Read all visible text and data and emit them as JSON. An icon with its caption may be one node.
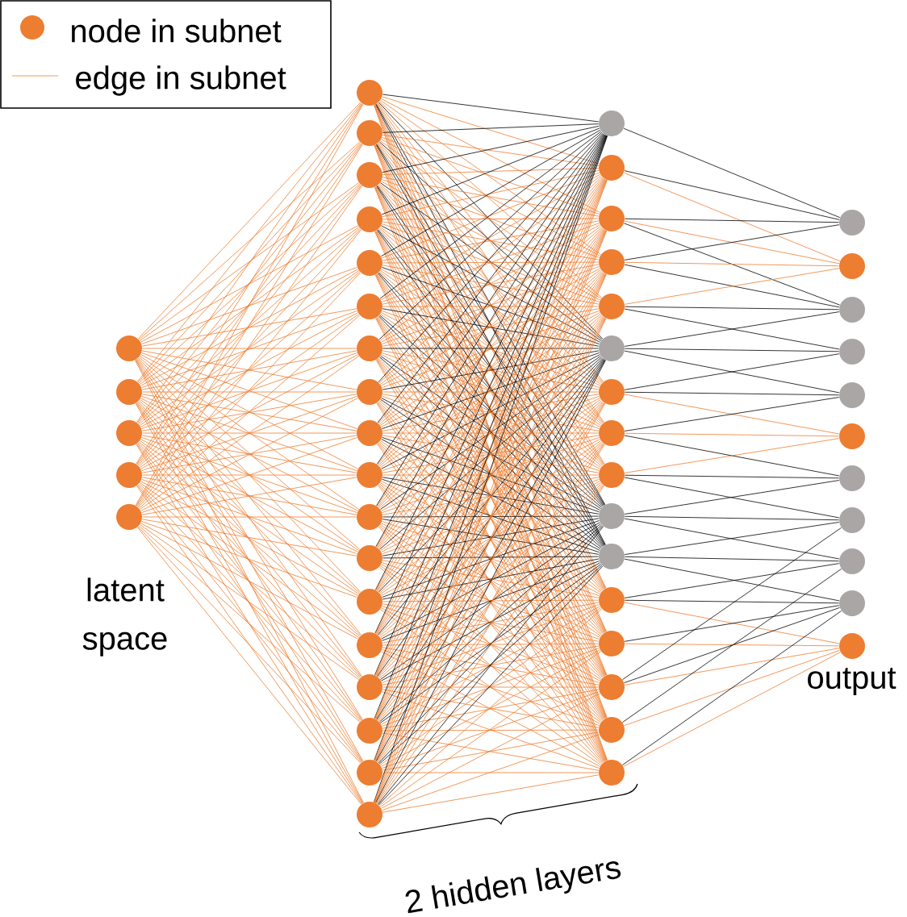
{
  "diagram": {
    "nodes": [
      {
        "text": [],
        "shape": "circle"
      },
      {
        "text": [],
        "shape": "circle"
      },
      {
        "text": [],
        "shape": "circle"
      },
      {
        "text": [],
        "shape": "circle"
      },
      {
        "text": [],
        "shape": "circle"
      },
      {
        "text": [],
        "shape": "circle"
      },
      {
        "text": [],
        "shape": "circle"
      },
      {
        "text": [],
        "shape": "circle"
      },
      {
        "text": [],
        "shape": "circle"
      },
      {
        "text": [],
        "shape": "circle"
      },
      {
        "text": [],
        "shape": "circle"
      },
      {
        "text": [],
        "shape": "circle"
      },
      {
        "text": [],
        "shape": "circle"
      },
      {
        "text": [],
        "shape": "circle"
      },
      {
        "text": [],
        "shape": "circle"
      },
      {
        "text": [],
        "shape": "circle"
      },
      {
        "text": [],
        "shape": "circle"
      },
      {
        "text": [],
        "shape": "circle"
      },
      {
        "text": [],
        "shape": "circle"
      },
      {
        "text": [],
        "shape": "circle"
      },
      {
        "text": [],
        "shape": "circle"
      },
      {
        "text": [],
        "shape": "circle"
      },
      {
        "text": [],
        "shape": "circle"
      },
      {
        "text": [],
        "shape": "circle"
      },
      {
        "text": [],
        "shape": "circle"
      },
      {
        "text": [],
        "shape": "circle"
      },
      {
        "text": [],
        "shape": "circle"
      },
      {
        "text": [],
        "shape": "circle"
      },
      {
        "text": [],
        "shape": "circle"
      },
      {
        "text": [],
        "shape": "circle"
      },
      {
        "text": [],
        "shape": "circle"
      },
      {
        "text": [],
        "shape": "circle"
      },
      {
        "text": [],
        "shape": "circle"
      },
      {
        "text": [],
        "shape": "circle"
      },
      {
        "text": [],
        "shape": "circle"
      },
      {
        "text": [],
        "shape": "circle"
      },
      {
        "text": [],
        "shape": "circle"
      },
      {
        "text": [],
        "shape": "circle"
      },
      {
        "text": [],
        "shape": "circle"
      },
      {
        "text": [],
        "shape": "circle"
      },
      {
        "text": [],
        "shape": "circle"
      },
      {
        "text": [],
        "shape": "circle"
      },
      {
        "text": [],
        "shape": "circle"
      },
      {
        "text": [],
        "shape": "circle"
      },
      {
        "text": [],
        "shape": "circle"
      },
      {
        "text": [],
        "shape": "circle"
      },
      {
        "text": [],
        "shape": "circle"
      },
      {
        "text": [],
        "shape": "circle"
      },
      {
        "text": [],
        "shape": "circle"
      },
      {
        "text": [],
        "shape": "circle"
      }
    ],
    "edges": [
      {
        "from": 0,
        "to": 5,
        "arrow": "none"
      },
      {
        "from": 0,
        "to": 6,
        "arrow": "none"
      },
      {
        "from": 0,
        "to": 7,
        "arrow": "none"
      },
      {
        "from": 0,
        "to": 8,
        "arrow": "none"
      },
      {
        "from": 0,
        "to": 9,
        "arrow": "none"
      },
      {
        "from": 0,
        "to": 10,
        "arrow": "none"
      },
      {
        "from": 0,
        "to": 11,
        "arrow": "none"
      },
      {
        "from": 0,
        "to": 12,
        "arrow": "none"
      },
      {
        "from": 0,
        "to": 13,
        "arrow": "none"
      },
      {
        "from": 0,
        "to": 14,
        "arrow": "none"
      },
      {
        "from": 0,
        "to": 15,
        "arrow": "none"
      },
      {
        "from": 0,
        "to": 16,
        "arrow": "none"
      },
      {
        "from": 0,
        "to": 17,
        "arrow": "none"
      },
      {
        "from": 0,
        "to": 18,
        "arrow": "none"
      },
      {
        "from": 0,
        "to": 19,
        "arrow": "none"
      },
      {
        "from": 0,
        "to": 20,
        "arrow": "none"
      },
      {
        "from": 0,
        "to": 21,
        "arrow": "none"
      },
      {
        "from": 0,
        "to": 22,
        "arrow": "none"
      },
      {
        "from": 1,
        "to": 5,
        "arrow": "none"
      },
      {
        "from": 1,
        "to": 6,
        "arrow": "none"
      },
      {
        "from": 1,
        "to": 7,
        "arrow": "none"
      },
      {
        "from": 1,
        "to": 8,
        "arrow": "none"
      },
      {
        "from": 1,
        "to": 9,
        "arrow": "none"
      },
      {
        "from": 1,
        "to": 10,
        "arrow": "none"
      },
      {
        "from": 1,
        "to": 11,
        "arrow": "none"
      },
      {
        "from": 1,
        "to": 12,
        "arrow": "none"
      },
      {
        "from": 1,
        "to": 13,
        "arrow": "none"
      },
      {
        "from": 1,
        "to": 14,
        "arrow": "none"
      },
      {
        "from": 1,
        "to": 15,
        "arrow": "none"
      },
      {
        "from": 1,
        "to": 16,
        "arrow": "none"
      },
      {
        "from": 1,
        "to": 17,
        "arrow": "none"
      },
      {
        "from": 1,
        "to": 18,
        "arrow": "none"
      },
      {
        "from": 1,
        "to": 19,
        "arrow": "none"
      },
      {
        "from": 1,
        "to": 20,
        "arrow": "none"
      },
      {
        "from": 1,
        "to": 21,
        "arrow": "none"
      },
      {
        "from": 1,
        "to": 22,
        "arrow": "none"
      },
      {
        "from": 2,
        "to": 5,
        "arrow": "none"
      },
      {
        "from": 2,
        "to": 6,
        "arrow": "none"
      },
      {
        "from": 2,
        "to": 7,
        "arrow": "none"
      },
      {
        "from": 2,
        "to": 8,
        "arrow": "none"
      },
      {
        "from": 2,
        "to": 9,
        "arrow": "none"
      },
      {
        "from": 2,
        "to": 10,
        "arrow": "none"
      },
      {
        "from": 2,
        "to": 11,
        "arrow": "none"
      },
      {
        "from": 2,
        "to": 12,
        "arrow": "none"
      },
      {
        "from": 2,
        "to": 13,
        "arrow": "none"
      },
      {
        "from": 2,
        "to": 14,
        "arrow": "none"
      },
      {
        "from": 2,
        "to": 15,
        "arrow": "none"
      },
      {
        "from": 2,
        "to": 16,
        "arrow": "none"
      },
      {
        "from": 2,
        "to": 17,
        "arrow": "none"
      },
      {
        "from": 2,
        "to": 18,
        "arrow": "none"
      },
      {
        "from": 2,
        "to": 19,
        "arrow": "none"
      },
      {
        "from": 2,
        "to": 20,
        "arrow": "none"
      },
      {
        "from": 2,
        "to": 21,
        "arrow": "none"
      },
      {
        "from": 2,
        "to": 22,
        "arrow": "none"
      },
      {
        "from": 3,
        "to": 5,
        "arrow": "none"
      },
      {
        "from": 3,
        "to": 6,
        "arrow": "none"
      },
      {
        "from": 3,
        "to": 7,
        "arrow": "none"
      },
      {
        "from": 3,
        "to": 8,
        "arrow": "none"
      },
      {
        "from": 3,
        "to": 9,
        "arrow": "none"
      },
      {
        "from": 3,
        "to": 10,
        "arrow": "none"
      },
      {
        "from": 3,
        "to": 11,
        "arrow": "none"
      },
      {
        "from": 3,
        "to": 12,
        "arrow": "none"
      },
      {
        "from": 3,
        "to": 13,
        "arrow": "none"
      },
      {
        "from": 3,
        "to": 14,
        "arrow": "none"
      },
      {
        "from": 3,
        "to": 15,
        "arrow": "none"
      },
      {
        "from": 3,
        "to": 16,
        "arrow": "none"
      },
      {
        "from": 3,
        "to": 17,
        "arrow": "none"
      },
      {
        "from": 3,
        "to": 18,
        "arrow": "none"
      },
      {
        "from": 3,
        "to": 19,
        "arrow": "none"
      },
      {
        "from": 3,
        "to": 20,
        "arrow": "none"
      },
      {
        "from": 3,
        "to": 21,
        "arrow": "none"
      },
      {
        "from": 3,
        "to": 22,
        "arrow": "none"
      },
      {
        "from": 4,
        "to": 5,
        "arrow": "none"
      },
      {
        "from": 4,
        "to": 6,
        "arrow": "none"
      },
      {
        "from": 4,
        "to": 7,
        "arrow": "none"
      },
      {
        "from": 4,
        "to": 8,
        "arrow": "none"
      },
      {
        "from": 4,
        "to": 9,
        "arrow": "none"
      },
      {
        "from": 4,
        "to": 10,
        "arrow": "none"
      },
      {
        "from": 4,
        "to": 11,
        "arrow": "none"
      },
      {
        "from": 4,
        "to": 12,
        "arrow": "none"
      },
      {
        "from": 4,
        "to": 13,
        "arrow": "none"
      },
      {
        "from": 4,
        "to": 14,
        "arrow": "none"
      },
      {
        "from": 4,
        "to": 15,
        "arrow": "none"
      },
      {
        "from": 4,
        "to": 16,
        "arrow": "none"
      },
      {
        "from": 4,
        "to": 17,
        "arrow": "none"
      },
      {
        "from": 4,
        "to": 18,
        "arrow": "none"
      },
      {
        "from": 4,
        "to": 19,
        "arrow": "none"
      },
      {
        "from": 4,
        "to": 20,
        "arrow": "none"
      },
      {
        "from": 4,
        "to": 21,
        "arrow": "none"
      },
      {
        "from": 4,
        "to": 22,
        "arrow": "none"
      },
      {
        "from": 5,
        "to": 23,
        "arrow": "none",
        "color": "#000000"
      },
      {
        "from": 5,
        "to": 24,
        "arrow": "none"
      },
      {
        "from": 5,
        "to": 25,
        "arrow": "none"
      },
      {
        "from": 5,
        "to": 26,
        "arrow": "none"
      },
      {
        "from": 5,
        "to": 27,
        "arrow": "none"
      },
      {
        "from": 5,
        "to": 28,
        "arrow": "none",
        "color": "#000000"
      },
      {
        "from": 5,
        "to": 29,
        "arrow": "none"
      },
      {
        "from": 5,
        "to": 30,
        "arrow": "none"
      },
      {
        "from": 5,
        "to": 31,
        "arrow": "none"
      },
      {
        "from": 5,
        "to": 32,
        "arrow": "none",
        "color": "#000000"
      },
      {
        "from": 5,
        "to": 33,
        "arrow": "none",
        "color": "#000000"
      },
      {
        "from": 5,
        "to": 34,
        "arrow": "none"
      },
      {
        "from": 5,
        "to": 35,
        "arrow": "none"
      },
      {
        "from": 5,
        "to": 36,
        "arrow": "none"
      },
      {
        "from": 5,
        "to": 37,
        "arrow": "none"
      },
      {
        "from": 5,
        "to": 38,
        "arrow": "none"
      },
      {
        "from": 6,
        "to": 23,
        "arrow": "none",
        "color": "#000000"
      },
      {
        "from": 6,
        "to": 24,
        "arrow": "none"
      },
      {
        "from": 6,
        "to": 25,
        "arrow": "none"
      },
      {
        "from": 6,
        "to": 26,
        "arrow": "none"
      },
      {
        "from": 6,
        "to": 27,
        "arrow": "none"
      },
      {
        "from": 6,
        "to": 28,
        "arrow": "none",
        "color": "#000000"
      },
      {
        "from": 6,
        "to": 29,
        "arrow": "none"
      },
      {
        "from": 6,
        "to": 30,
        "arrow": "none"
      },
      {
        "from": 6,
        "to": 31,
        "arrow": "none"
      },
      {
        "from": 6,
        "to": 32,
        "arrow": "none",
        "color": "#000000"
      },
      {
        "from": 6,
        "to": 33,
        "arrow": "none",
        "color": "#000000"
      },
      {
        "from": 6,
        "to": 34,
        "arrow": "none"
      },
      {
        "from": 6,
        "to": 35,
        "arrow": "none"
      },
      {
        "from": 6,
        "to": 36,
        "arrow": "none"
      },
      {
        "from": 6,
        "to": 37,
        "arrow": "none"
      },
      {
        "from": 6,
        "to": 38,
        "arrow": "none"
      },
      {
        "from": 7,
        "to": 23,
        "arrow": "none",
        "color": "#000000"
      },
      {
        "from": 7,
        "to": 24,
        "arrow": "none"
      },
      {
        "from": 7,
        "to": 25,
        "arrow": "none"
      },
      {
        "from": 7,
        "to": 26,
        "arrow": "none"
      },
      {
        "from": 7,
        "to": 27,
        "arrow": "none"
      },
      {
        "from": 7,
        "to": 28,
        "arrow": "none",
        "color": "#000000"
      },
      {
        "from": 7,
        "to": 29,
        "arrow": "none"
      },
      {
        "from": 7,
        "to": 30,
        "arrow": "none"
      },
      {
        "from": 7,
        "to": 31,
        "arrow": "none"
      },
      {
        "from": 7,
        "to": 32,
        "arrow": "none",
        "color": "#000000"
      },
      {
        "from": 7,
        "to": 33,
        "arrow": "none",
        "color": "#000000"
      },
      {
        "from": 7,
        "to": 34,
        "arrow": "none"
      },
      {
        "from": 7,
        "to": 35,
        "arrow": "none"
      },
      {
        "from": 7,
        "to": 36,
        "arrow": "none"
      },
      {
        "from": 7,
        "to": 37,
        "arrow": "none"
      },
      {
        "from": 7,
        "to": 38,
        "arrow": "none"
      },
      {
        "from": 8,
        "to": 23,
        "arrow": "none",
        "color": "#000000"
      },
      {
        "from": 8,
        "to": 24,
        "arrow": "none"
      },
      {
        "from": 8,
        "to": 25,
        "arrow": "none"
      },
      {
        "from": 8,
        "to": 26,
        "arrow": "none"
      },
      {
        "from": 8,
        "to": 27,
        "arrow": "none"
      },
      {
        "from": 8,
        "to": 28,
        "arrow": "none",
        "color": "#000000"
      },
      {
        "from": 8,
        "to": 29,
        "arrow": "none"
      },
      {
        "from": 8,
        "to": 30,
        "arrow": "none"
      },
      {
        "from": 8,
        "to": 31,
        "arrow": "none"
      },
      {
        "from": 8,
        "to": 32,
        "arrow": "none",
        "color": "#000000"
      },
      {
        "from": 8,
        "to": 33,
        "arrow": "none",
        "color": "#000000"
      },
      {
        "from": 8,
        "to": 34,
        "arrow": "none"
      },
      {
        "from": 8,
        "to": 35,
        "arrow": "none"
      },
      {
        "from": 8,
        "to": 36,
        "arrow": "none"
      },
      {
        "from": 8,
        "to": 37,
        "arrow": "none"
      },
      {
        "from": 8,
        "to": 38,
        "arrow": "none"
      },
      {
        "from": 9,
        "to": 23,
        "arrow": "none",
        "color": "#000000"
      },
      {
        "from": 9,
        "to": 24,
        "arrow": "none"
      },
      {
        "from": 9,
        "to": 25,
        "arrow": "none"
      },
      {
        "from": 9,
        "to": 26,
        "arrow": "none"
      },
      {
        "from": 9,
        "to": 27,
        "arrow": "none"
      },
      {
        "from": 9,
        "to": 28,
        "arrow": "none",
        "color": "#000000"
      },
      {
        "from": 9,
        "to": 29,
        "arrow": "none"
      },
      {
        "from": 9,
        "to": 30,
        "arrow": "none"
      },
      {
        "from": 9,
        "to": 31,
        "arrow": "none"
      },
      {
        "from": 9,
        "to": 32,
        "arrow": "none",
        "color": "#000000"
      },
      {
        "from": 9,
        "to": 33,
        "arrow": "none",
        "color": "#000000"
      },
      {
        "from": 9,
        "to": 34,
        "arrow": "none"
      },
      {
        "from": 9,
        "to": 35,
        "arrow": "none"
      },
      {
        "from": 9,
        "to": 36,
        "arrow": "none"
      },
      {
        "from": 9,
        "to": 37,
        "arrow": "none"
      },
      {
        "from": 9,
        "to": 38,
        "arrow": "none"
      },
      {
        "from": 10,
        "to": 23,
        "arrow": "none",
        "color": "#000000"
      },
      {
        "from": 10,
        "to": 24,
        "arrow": "none"
      },
      {
        "from": 10,
        "to": 25,
        "arrow": "none"
      },
      {
        "from": 10,
        "to": 26,
        "arrow": "none"
      },
      {
        "from": 10,
        "to": 27,
        "arrow": "none"
      },
      {
        "from": 10,
        "to": 28,
        "arrow": "none",
        "color": "#000000"
      },
      {
        "from": 10,
        "to": 29,
        "arrow": "none"
      },
      {
        "from": 10,
        "to": 30,
        "arrow": "none"
      },
      {
        "from": 10,
        "to": 31,
        "arrow": "none"
      },
      {
        "from": 10,
        "to": 32,
        "arrow": "none",
        "color": "#000000"
      },
      {
        "from": 10,
        "to": 33,
        "arrow": "none",
        "color": "#000000"
      },
      {
        "from": 10,
        "to": 34,
        "arrow": "none"
      },
      {
        "from": 10,
        "to": 35,
        "arrow": "none"
      },
      {
        "from": 10,
        "to": 36,
        "arrow": "none"
      },
      {
        "from": 10,
        "to": 37,
        "arrow": "none"
      },
      {
        "from": 10,
        "to": 38,
        "arrow": "none"
      },
      {
        "from": 11,
        "to": 23,
        "arrow": "none",
        "color": "#000000"
      },
      {
        "from": 11,
        "to": 24,
        "arrow": "none"
      },
      {
        "from": 11,
        "to": 25,
        "arrow": "none"
      },
      {
        "from": 11,
        "to": 26,
        "arrow": "none"
      },
      {
        "from": 11,
        "to": 27,
        "arrow": "none"
      },
      {
        "from": 11,
        "to": 28,
        "arrow": "none",
        "color": "#000000"
      },
      {
        "from": 11,
        "to": 29,
        "arrow": "none"
      },
      {
        "from": 11,
        "to": 30,
        "arrow": "none"
      },
      {
        "from": 11,
        "to": 31,
        "arrow": "none"
      },
      {
        "from": 11,
        "to": 32,
        "arrow": "none",
        "color": "#000000"
      },
      {
        "from": 11,
        "to": 33,
        "arrow": "none",
        "color": "#000000"
      },
      {
        "from": 11,
        "to": 34,
        "arrow": "none"
      },
      {
        "from": 11,
        "to": 35,
        "arrow": "none"
      },
      {
        "from": 11,
        "to": 36,
        "arrow": "none"
      },
      {
        "from": 11,
        "to": 37,
        "arrow": "none"
      },
      {
        "from": 11,
        "to": 38,
        "arrow": "none"
      },
      {
        "from": 12,
        "to": 23,
        "arrow": "none",
        "color": "#000000"
      },
      {
        "from": 12,
        "to": 24,
        "arrow": "none"
      },
      {
        "from": 12,
        "to": 25,
        "arrow": "none"
      },
      {
        "from": 12,
        "to": 26,
        "arrow": "none"
      },
      {
        "from": 12,
        "to": 27,
        "arrow": "none"
      },
      {
        "from": 12,
        "to": 28,
        "arrow": "none",
        "color": "#000000"
      },
      {
        "from": 12,
        "to": 29,
        "arrow": "none"
      },
      {
        "from": 12,
        "to": 30,
        "arrow": "none"
      },
      {
        "from": 12,
        "to": 31,
        "arrow": "none"
      },
      {
        "from": 12,
        "to": 32,
        "arrow": "none",
        "color": "#000000"
      },
      {
        "from": 12,
        "to": 33,
        "arrow": "none",
        "color": "#000000"
      },
      {
        "from": 12,
        "to": 34,
        "arrow": "none"
      },
      {
        "from": 12,
        "to": 35,
        "arrow": "none"
      },
      {
        "from": 12,
        "to": 36,
        "arrow": "none"
      },
      {
        "from": 12,
        "to": 37,
        "arrow": "none"
      },
      {
        "from": 12,
        "to": 38,
        "arrow": "none"
      },
      {
        "from": 13,
        "to": 23,
        "arrow": "none",
        "color": "#000000"
      },
      {
        "from": 13,
        "to": 24,
        "arrow": "none"
      },
      {
        "from": 13,
        "to": 25,
        "arrow": "none"
      },
      {
        "from": 13,
        "to": 26,
        "arrow": "none"
      },
      {
        "from": 13,
        "to": 27,
        "arrow": "none"
      },
      {
        "from": 13,
        "to": 28,
        "arrow": "none",
        "color": "#000000"
      },
      {
        "from": 13,
        "to": 29,
        "arrow": "none"
      },
      {
        "from": 13,
        "to": 30,
        "arrow": "none"
      },
      {
        "from": 13,
        "to": 31,
        "arrow": "none"
      },
      {
        "from": 13,
        "to": 32,
        "arrow": "none",
        "color": "#000000"
      },
      {
        "from": 13,
        "to": 33,
        "arrow": "none",
        "color": "#000000"
      },
      {
        "from": 13,
        "to": 34,
        "arrow": "none"
      },
      {
        "from": 13,
        "to": 35,
        "arrow": "none"
      },
      {
        "from": 13,
        "to": 36,
        "arrow": "none"
      },
      {
        "from": 13,
        "to": 37,
        "arrow": "none"
      },
      {
        "from": 13,
        "to": 38,
        "arrow": "none"
      },
      {
        "from": 14,
        "to": 23,
        "arrow": "none",
        "color": "#000000"
      },
      {
        "from": 14,
        "to": 24,
        "arrow": "none"
      },
      {
        "from": 14,
        "to": 25,
        "arrow": "none"
      },
      {
        "from": 14,
        "to": 26,
        "arrow": "none"
      },
      {
        "from": 14,
        "to": 27,
        "arrow": "none"
      },
      {
        "from": 14,
        "to": 28,
        "arrow": "none",
        "color": "#000000"
      },
      {
        "from": 14,
        "to": 29,
        "arrow": "none"
      },
      {
        "from": 14,
        "to": 30,
        "arrow": "none"
      },
      {
        "from": 14,
        "to": 31,
        "arrow": "none"
      },
      {
        "from": 14,
        "to": 32,
        "arrow": "none",
        "color": "#000000"
      },
      {
        "from": 14,
        "to": 33,
        "arrow": "none",
        "color": "#000000"
      },
      {
        "from": 14,
        "to": 34,
        "arrow": "none"
      },
      {
        "from": 14,
        "to": 35,
        "arrow": "none"
      },
      {
        "from": 14,
        "to": 36,
        "arrow": "none"
      },
      {
        "from": 14,
        "to": 37,
        "arrow": "none"
      },
      {
        "from": 14,
        "to": 38,
        "arrow": "none"
      },
      {
        "from": 15,
        "to": 23,
        "arrow": "none",
        "color": "#000000"
      },
      {
        "from": 15,
        "to": 24,
        "arrow": "none"
      },
      {
        "from": 15,
        "to": 25,
        "arrow": "none"
      },
      {
        "from": 15,
        "to": 26,
        "arrow": "none"
      },
      {
        "from": 15,
        "to": 27,
        "arrow": "none"
      },
      {
        "from": 15,
        "to": 28,
        "arrow": "none",
        "color": "#000000"
      },
      {
        "from": 15,
        "to": 29,
        "arrow": "none"
      },
      {
        "from": 15,
        "to": 30,
        "arrow": "none"
      },
      {
        "from": 15,
        "to": 31,
        "arrow": "none"
      },
      {
        "from": 15,
        "to": 32,
        "arrow": "none",
        "color": "#000000"
      },
      {
        "from": 15,
        "to": 33,
        "arrow": "none",
        "color": "#000000"
      },
      {
        "from": 15,
        "to": 34,
        "arrow": "none"
      },
      {
        "from": 15,
        "to": 35,
        "arrow": "none"
      },
      {
        "from": 15,
        "to": 36,
        "arrow": "none"
      },
      {
        "from": 15,
        "to": 37,
        "arrow": "none"
      },
      {
        "from": 15,
        "to": 38,
        "arrow": "none"
      },
      {
        "from": 16,
        "to": 23,
        "arrow": "none",
        "color": "#000000"
      },
      {
        "from": 16,
        "to": 24,
        "arrow": "none"
      },
      {
        "from": 16,
        "to": 25,
        "arrow": "none"
      },
      {
        "from": 16,
        "to": 26,
        "arrow": "none"
      },
      {
        "from": 16,
        "to": 27,
        "arrow": "none"
      },
      {
        "from": 16,
        "to": 28,
        "arrow": "none",
        "color": "#000000"
      },
      {
        "from": 16,
        "to": 29,
        "arrow": "none"
      },
      {
        "from": 16,
        "to": 30,
        "arrow": "none"
      },
      {
        "from": 16,
        "to": 31,
        "arrow": "none"
      },
      {
        "from": 16,
        "to": 32,
        "arrow": "none",
        "color": "#000000"
      },
      {
        "from": 16,
        "to": 33,
        "arrow": "none",
        "color": "#000000"
      },
      {
        "from": 16,
        "to": 34,
        "arrow": "none"
      },
      {
        "from": 16,
        "to": 35,
        "arrow": "none"
      },
      {
        "from": 16,
        "to": 36,
        "arrow": "none"
      },
      {
        "from": 16,
        "to": 37,
        "arrow": "none"
      },
      {
        "from": 16,
        "to": 38,
        "arrow": "none"
      },
      {
        "from": 17,
        "to": 23,
        "arrow": "none",
        "color": "#000000"
      },
      {
        "from": 17,
        "to": 24,
        "arrow": "none"
      },
      {
        "from": 17,
        "to": 25,
        "arrow": "none"
      },
      {
        "from": 17,
        "to": 26,
        "arrow": "none"
      },
      {
        "from": 17,
        "to": 27,
        "arrow": "none"
      },
      {
        "from": 17,
        "to": 28,
        "arrow": "none",
        "color": "#000000"
      },
      {
        "from": 17,
        "to": 29,
        "arrow": "none"
      },
      {
        "from": 17,
        "to": 30,
        "arrow": "none"
      },
      {
        "from": 17,
        "to": 31,
        "arrow": "none"
      },
      {
        "from": 17,
        "to": 32,
        "arrow": "none",
        "color": "#000000"
      },
      {
        "from": 17,
        "to": 33,
        "arrow": "none",
        "color": "#000000"
      },
      {
        "from": 17,
        "to": 34,
        "arrow": "none"
      },
      {
        "from": 17,
        "to": 35,
        "arrow": "none"
      },
      {
        "from": 17,
        "to": 36,
        "arrow": "none"
      },
      {
        "from": 17,
        "to": 37,
        "arrow": "none"
      },
      {
        "from": 17,
        "to": 38,
        "arrow": "none"
      },
      {
        "from": 18,
        "to": 23,
        "arrow": "none",
        "color": "#000000"
      },
      {
        "from": 18,
        "to": 24,
        "arrow": "none"
      },
      {
        "from": 18,
        "to": 25,
        "arrow": "none"
      },
      {
        "from": 18,
        "to": 26,
        "arrow": "none"
      },
      {
        "from": 18,
        "to": 27,
        "arrow": "none"
      },
      {
        "from": 18,
        "to": 28,
        "arrow": "none",
        "color": "#000000"
      },
      {
        "from": 18,
        "to": 29,
        "arrow": "none"
      },
      {
        "from": 18,
        "to": 30,
        "arrow": "none"
      },
      {
        "from": 18,
        "to": 31,
        "arrow": "none"
      },
      {
        "from": 18,
        "to": 32,
        "arrow": "none",
        "color": "#000000"
      },
      {
        "from": 18,
        "to": 33,
        "arrow": "none",
        "color": "#000000"
      },
      {
        "from": 18,
        "to": 34,
        "arrow": "none"
      },
      {
        "from": 18,
        "to": 35,
        "arrow": "none"
      },
      {
        "from": 18,
        "to": 36,
        "arrow": "none"
      },
      {
        "from": 18,
        "to": 37,
        "arrow": "none"
      },
      {
        "from": 18,
        "to": 38,
        "arrow": "none"
      },
      {
        "from": 19,
        "to": 23,
        "arrow": "none",
        "color": "#000000"
      },
      {
        "from": 19,
        "to": 24,
        "arrow": "none"
      },
      {
        "from": 19,
        "to": 25,
        "arrow": "none"
      },
      {
        "from": 19,
        "to": 26,
        "arrow": "none"
      },
      {
        "from": 19,
        "to": 27,
        "arrow": "none"
      },
      {
        "from": 19,
        "to": 28,
        "arrow": "none",
        "color": "#000000"
      },
      {
        "from": 19,
        "to": 29,
        "arrow": "none"
      },
      {
        "from": 19,
        "to": 30,
        "arrow": "none"
      },
      {
        "from": 19,
        "to": 31,
        "arrow": "none"
      },
      {
        "from": 19,
        "to": 32,
        "arrow": "none",
        "color": "#000000"
      },
      {
        "from": 19,
        "to": 33,
        "arrow": "none",
        "color": "#000000"
      },
      {
        "from": 19,
        "to": 34,
        "arrow": "none"
      },
      {
        "from": 19,
        "to": 35,
        "arrow": "none"
      },
      {
        "from": 19,
        "to": 36,
        "arrow": "none"
      },
      {
        "from": 19,
        "to": 37,
        "arrow": "none"
      },
      {
        "from": 19,
        "to": 38,
        "arrow": "none"
      },
      {
        "from": 20,
        "to": 23,
        "arrow": "none",
        "color": "#000000"
      },
      {
        "from": 20,
        "to": 24,
        "arrow": "none"
      },
      {
        "from": 20,
        "to": 25,
        "arrow": "none"
      },
      {
        "from": 20,
        "to": 26,
        "arrow": "none"
      },
      {
        "from": 20,
        "to": 27,
        "arrow": "none"
      },
      {
        "from": 20,
        "to": 28,
        "arrow": "none",
        "color": "#000000"
      },
      {
        "from": 20,
        "to": 29,
        "arrow": "none"
      },
      {
        "from": 20,
        "to": 30,
        "arrow": "none"
      },
      {
        "from": 20,
        "to": 31,
        "arrow": "none"
      },
      {
        "from": 20,
        "to": 32,
        "arrow": "none",
        "color": "#000000"
      },
      {
        "from": 20,
        "to": 33,
        "arrow": "none",
        "color": "#000000"
      },
      {
        "from": 20,
        "to": 34,
        "arrow": "none"
      },
      {
        "from": 20,
        "to": 35,
        "arrow": "none"
      },
      {
        "from": 20,
        "to": 36,
        "arrow": "none"
      },
      {
        "from": 20,
        "to": 37,
        "arrow": "none"
      },
      {
        "from": 20,
        "to": 38,
        "arrow": "none"
      },
      {
        "from": 21,
        "to": 23,
        "arrow": "none",
        "color": "#000000"
      },
      {
        "from": 21,
        "to": 24,
        "arrow": "none"
      },
      {
        "from": 21,
        "to": 25,
        "arrow": "none"
      },
      {
        "from": 21,
        "to": 26,
        "arrow": "none"
      },
      {
        "from": 21,
        "to": 27,
        "arrow": "none"
      },
      {
        "from": 21,
        "to": 28,
        "arrow": "none",
        "color": "#000000"
      },
      {
        "from": 21,
        "to": 29,
        "arrow": "none"
      },
      {
        "from": 21,
        "to": 30,
        "arrow": "none"
      },
      {
        "from": 21,
        "to": 31,
        "arrow": "none"
      },
      {
        "from": 21,
        "to": 32,
        "arrow": "none",
        "color": "#000000"
      },
      {
        "from": 21,
        "to": 33,
        "arrow": "none",
        "color": "#000000"
      },
      {
        "from": 21,
        "to": 34,
        "arrow": "none"
      },
      {
        "from": 21,
        "to": 35,
        "arrow": "none"
      },
      {
        "from": 21,
        "to": 36,
        "arrow": "none"
      },
      {
        "from": 21,
        "to": 37,
        "arrow": "none"
      },
      {
        "from": 21,
        "to": 38,
        "arrow": "none"
      },
      {
        "from": 22,
        "to": 23,
        "arrow": "none",
        "color": "#000000"
      },
      {
        "from": 22,
        "to": 24,
        "arrow": "none"
      },
      {
        "from": 22,
        "to": 25,
        "arrow": "none"
      },
      {
        "from": 22,
        "to": 26,
        "arrow": "none"
      },
      {
        "from": 22,
        "to": 27,
        "arrow": "none"
      },
      {
        "from": 22,
        "to": 28,
        "arrow": "none",
        "color": "#000000"
      },
      {
        "from": 22,
        "to": 29,
        "arrow": "none"
      },
      {
        "from": 22,
        "to": 30,
        "arrow": "none"
      },
      {
        "from": 22,
        "to": 31,
        "arrow": "none"
      },
      {
        "from": 22,
        "to": 32,
        "arrow": "none",
        "color": "#000000"
      },
      {
        "from": 22,
        "to": 33,
        "arrow": "none",
        "color": "#000000"
      },
      {
        "from": 22,
        "to": 34,
        "arrow": "none"
      },
      {
        "from": 22,
        "to": 35,
        "arrow": "none"
      },
      {
        "from": 22,
        "to": 36,
        "arrow": "none"
      },
      {
        "from": 22,
        "to": 37,
        "arrow": "none"
      },
      {
        "from": 22,
        "to": 38,
        "arrow": "none"
      },
      {
        "from": 23,
        "to": 39,
        "arrow": "none",
        "color": "#000000"
      },
      {
        "from": 24,
        "to": 39,
        "arrow": "none",
        "color": "#000000"
      },
      {
        "from": 24,
        "to": 40,
        "arrow": "none"
      },
      {
        "from": 25,
        "to": 39,
        "arrow": "none",
        "color": "#000000"
      },
      {
        "from": 25,
        "to": 40,
        "arrow": "none"
      },
      {
        "from": 25,
        "to": 41,
        "arrow": "none",
        "color": "#000000"
      },
      {
        "from": 26,
        "to": 39,
        "arrow": "none",
        "color": "#000000"
      },
      {
        "from": 26,
        "to": 40,
        "arrow": "none"
      },
      {
        "from": 26,
        "to": 41,
        "arrow": "none",
        "color": "#000000"
      },
      {
        "from": 27,
        "to": 40,
        "arrow": "none"
      },
      {
        "from": 27,
        "to": 41,
        "arrow": "none",
        "color": "#000000"
      },
      {
        "from": 27,
        "to": 42,
        "arrow": "none",
        "color": "#000000"
      },
      {
        "from": 28,
        "to": 41,
        "arrow": "none",
        "color": "#000000"
      },
      {
        "from": 28,
        "to": 42,
        "arrow": "none",
        "color": "#000000"
      },
      {
        "from": 28,
        "to": 43,
        "arrow": "none",
        "color": "#000000"
      },
      {
        "from": 29,
        "to": 42,
        "arrow": "none",
        "color": "#000000"
      },
      {
        "from": 29,
        "to": 43,
        "arrow": "none",
        "color": "#000000"
      },
      {
        "from": 29,
        "to": 44,
        "arrow": "none"
      },
      {
        "from": 30,
        "to": 43,
        "arrow": "none",
        "color": "#000000"
      },
      {
        "from": 30,
        "to": 44,
        "arrow": "none"
      },
      {
        "from": 30,
        "to": 45,
        "arrow": "none",
        "color": "#000000"
      },
      {
        "from": 31,
        "to": 44,
        "arrow": "none"
      },
      {
        "from": 31,
        "to": 45,
        "arrow": "none",
        "color": "#000000"
      },
      {
        "from": 31,
        "to": 46,
        "arrow": "none",
        "color": "#000000"
      },
      {
        "from": 32,
        "to": 45,
        "arrow": "none",
        "color": "#000000"
      },
      {
        "from": 32,
        "to": 46,
        "arrow": "none",
        "color": "#000000"
      },
      {
        "from": 32,
        "to": 47,
        "arrow": "none",
        "color": "#000000"
      },
      {
        "from": 33,
        "to": 46,
        "arrow": "none",
        "color": "#000000"
      },
      {
        "from": 33,
        "to": 47,
        "arrow": "none",
        "color": "#000000"
      },
      {
        "from": 33,
        "to": 48,
        "arrow": "none",
        "color": "#000000"
      },
      {
        "from": 34,
        "to": 47,
        "arrow": "none",
        "color": "#000000"
      },
      {
        "from": 34,
        "to": 48,
        "arrow": "none",
        "color": "#000000"
      },
      {
        "from": 34,
        "to": 49,
        "arrow": "none"
      },
      {
        "from": 35,
        "to": 48,
        "arrow": "none",
        "color": "#000000"
      },
      {
        "from": 35,
        "to": 49,
        "arrow": "none"
      },
      {
        "from": 36,
        "to": 46,
        "arrow": "none",
        "color": "#000000"
      },
      {
        "from": 36,
        "to": 48,
        "arrow": "none",
        "color": "#000000"
      },
      {
        "from": 36,
        "to": 49,
        "arrow": "none"
      },
      {
        "from": 37,
        "to": 47,
        "arrow": "none",
        "color": "#000000"
      },
      {
        "from": 37,
        "to": 49,
        "arrow": "none"
      },
      {
        "from": 38,
        "to": 48,
        "arrow": "none",
        "color": "#000000"
      },
      {
        "from": 38,
        "to": 49,
        "arrow": "none"
      }
    ],
    "labels": [
      "latent space",
      "output",
      "2 hidden layers"
    ],
    "legend": [
      {
        "text": "node in subnet",
        "color": "#ed7d31"
      },
      {
        "text": "edge in subnet"
      }
    ]
  }
}
